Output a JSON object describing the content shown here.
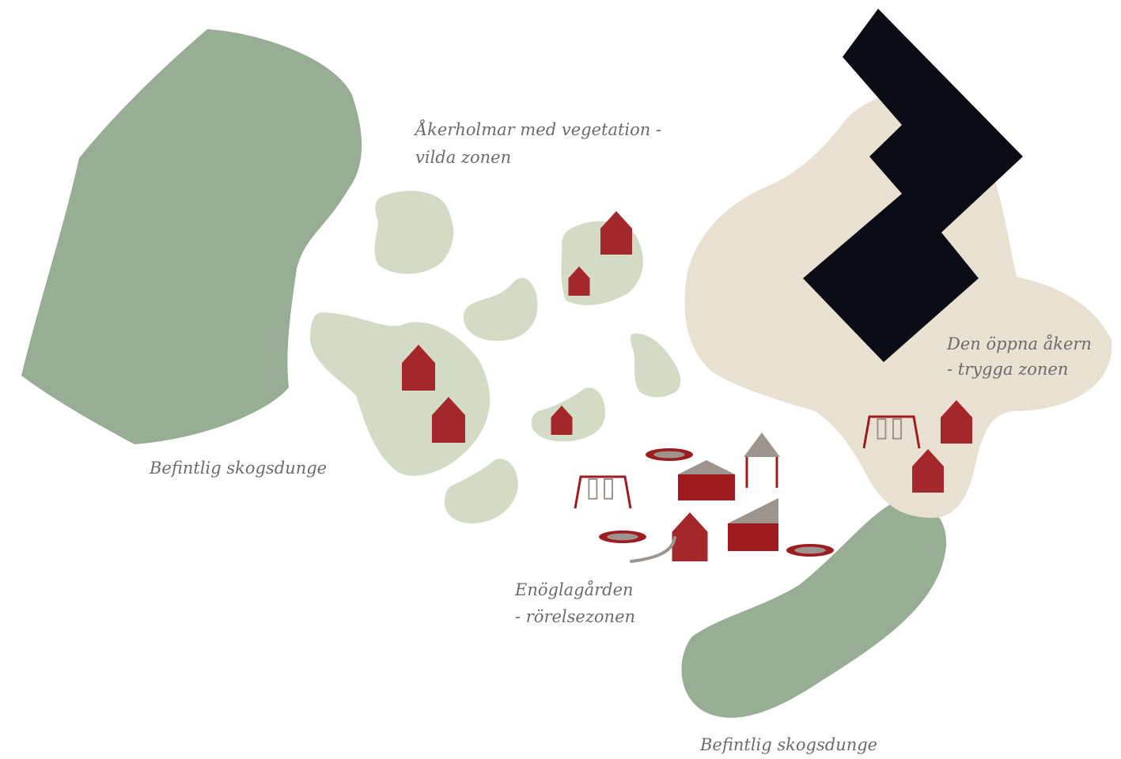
{
  "colors": {
    "forest": "#97ad94",
    "islet": "#d3dbc5",
    "field": "#e8e0d0",
    "building": "#0c0c16",
    "house": "#a4272b",
    "equipment_red": "#9e1b20",
    "equipment_grey": "#9c948d",
    "label": "#6b6b6b"
  },
  "labels": {
    "forest_left": "Befintlig skogsdunge",
    "forest_bottom": "Befintlig skogsdunge",
    "wild_line1": "Åkerholmar med vegetation -",
    "wild_line2": "vilda zonen",
    "safe_line1": "Den öppna åkern",
    "safe_line2": "- trygga zonen",
    "movement_line1": "Enöglagården",
    "movement_line2": "- rörelsezonen"
  },
  "icons": {
    "house": "house-icon",
    "swing": "swing-icon",
    "trampoline": "trampoline-icon",
    "slide": "slide-icon",
    "shed": "shed-icon",
    "tower": "tower-icon"
  }
}
